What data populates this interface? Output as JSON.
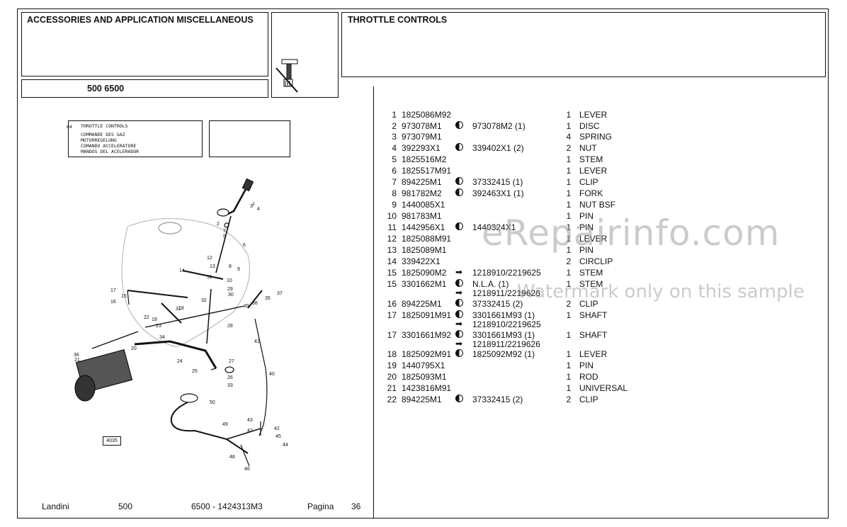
{
  "header": {
    "section_title": "ACCESSORIES AND APPLICATION MISCELLANEOUS",
    "model": "500 6500",
    "group_title": "THROTTLE CONTROLS"
  },
  "diagram": {
    "ref_number": "64",
    "label_lines": [
      "THROTTLE CONTROLS",
      "COMMANDE DES GAZ",
      "MOTORREGELUNG",
      "COMANDO ACCELERATORE",
      "MANDOS DEL ACELERADOR"
    ],
    "figure_number": "4035",
    "callouts": [
      "1",
      "2",
      "3",
      "4",
      "5",
      "6",
      "7",
      "8",
      "9",
      "10",
      "11",
      "12",
      "13",
      "14",
      "15",
      "16",
      "17",
      "18",
      "19",
      "20",
      "21",
      "22",
      "23",
      "24",
      "25",
      "26",
      "27",
      "28",
      "29",
      "30",
      "31",
      "32",
      "33",
      "34",
      "35",
      "36",
      "37",
      "38",
      "39",
      "40",
      "41",
      "42",
      "43",
      "44",
      "45",
      "46",
      "47",
      "48",
      "49",
      "50"
    ]
  },
  "parts": [
    {
      "num": "1",
      "part": "1825086M92",
      "sym": "",
      "alt": "",
      "qty": "1",
      "desc": "LEVER"
    },
    {
      "num": "2",
      "part": "973078M1",
      "sym": "half",
      "alt": "973078M2  (1)",
      "qty": "1",
      "desc": "DISC"
    },
    {
      "num": "3",
      "part": "973079M1",
      "sym": "",
      "alt": "",
      "qty": "4",
      "desc": "SPRING"
    },
    {
      "num": "4",
      "part": "392293X1",
      "sym": "half",
      "alt": "339402X1  (2)",
      "qty": "2",
      "desc": "NUT"
    },
    {
      "num": "5",
      "part": "1825516M2",
      "sym": "",
      "alt": "",
      "qty": "1",
      "desc": "STEM"
    },
    {
      "num": "6",
      "part": "1825517M91",
      "sym": "",
      "alt": "",
      "qty": "1",
      "desc": "LEVER"
    },
    {
      "num": "7",
      "part": "894225M1",
      "sym": "half",
      "alt": "37332415  (1)",
      "qty": "1",
      "desc": "CLIP"
    },
    {
      "num": "8",
      "part": "981782M2",
      "sym": "half",
      "alt": "392463X1  (1)",
      "qty": "1",
      "desc": "FORK"
    },
    {
      "num": "9",
      "part": "1440085X1",
      "sym": "",
      "alt": "",
      "qty": "1",
      "desc": "NUT BSF"
    },
    {
      "num": "10",
      "part": "981783M1",
      "sym": "",
      "alt": "",
      "qty": "1",
      "desc": "PIN"
    },
    {
      "num": "11",
      "part": "1442956X1",
      "sym": "half",
      "alt": "1440324X1",
      "qty": "1",
      "desc": "PIN"
    },
    {
      "num": "12",
      "part": "1825088M91",
      "sym": "",
      "alt": "",
      "qty": "1",
      "desc": "LEVER"
    },
    {
      "num": "13",
      "part": "1825089M1",
      "sym": "",
      "alt": "",
      "qty": "1",
      "desc": "PIN"
    },
    {
      "num": "14",
      "part": "339422X1",
      "sym": "",
      "alt": "",
      "qty": "2",
      "desc": "CIRCLIP"
    },
    {
      "num": "15",
      "part": "1825090M2",
      "sym": "arrow",
      "alt": "1218910/2219625",
      "qty": "1",
      "desc": "STEM"
    },
    {
      "num": "15",
      "part": "3301662M1",
      "sym": "half",
      "alt": "N.L.A.  (1)",
      "sub_sym": "arrow",
      "sub": "1218911/2219626",
      "qty": "1",
      "desc": "STEM"
    },
    {
      "num": "16",
      "part": "894225M1",
      "sym": "half",
      "alt": "37332415  (2)",
      "qty": "2",
      "desc": "CLIP"
    },
    {
      "num": "17",
      "part": "1825091M91",
      "sym": "half",
      "alt": "3301661M93  (1)",
      "sub_sym": "arrow",
      "sub": "1218910/2219625",
      "qty": "1",
      "desc": "SHAFT"
    },
    {
      "num": "17",
      "part": "3301661M92",
      "sym": "half",
      "alt": "3301661M93  (1)",
      "sub_sym": "arrow",
      "sub": "1218911/2219626",
      "qty": "1",
      "desc": "SHAFT"
    },
    {
      "num": "18",
      "part": "1825092M91",
      "sym": "half",
      "alt": "1825092M92  (1)",
      "qty": "1",
      "desc": "LEVER"
    },
    {
      "num": "19",
      "part": "1440795X1",
      "sym": "",
      "alt": "",
      "qty": "1",
      "desc": "PIN"
    },
    {
      "num": "20",
      "part": "1825093M1",
      "sym": "",
      "alt": "",
      "qty": "1",
      "desc": "ROD"
    },
    {
      "num": "21",
      "part": "1423816M91",
      "sym": "",
      "alt": "",
      "qty": "1",
      "desc": "UNIVERSAL"
    },
    {
      "num": "22",
      "part": "894225M1",
      "sym": "half",
      "alt": "37332415  (2)",
      "qty": "2",
      "desc": "CLIP"
    }
  ],
  "watermark": {
    "line1": "eRepairinfo.com",
    "line2": "Watermark only on this sample"
  },
  "footer": {
    "brand": "Landini",
    "series": "500",
    "doc_ref": "6500 - 1424313M3",
    "page_label": "Pagina",
    "page_number": "36"
  }
}
